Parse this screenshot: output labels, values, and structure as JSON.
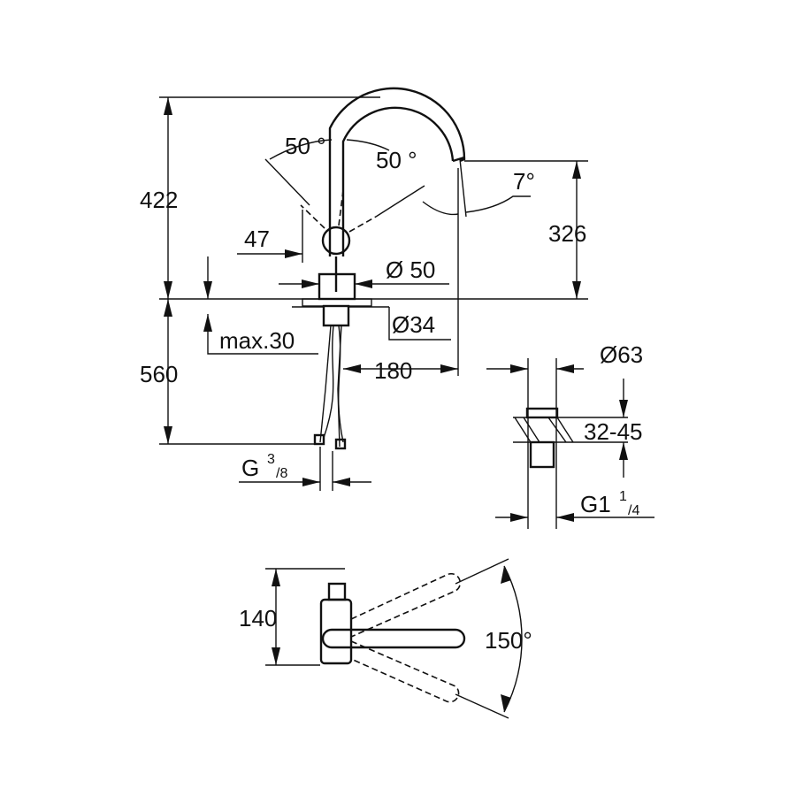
{
  "drawing": {
    "labels": {
      "height_total": "422",
      "spout_height": "326",
      "lever_angle_left": "50 °",
      "lever_angle_right": "50 °",
      "spout_angle": "7°",
      "lever_offset": "47",
      "body_diameter": "Ø 50",
      "hole_diameter": "Ø34",
      "max_thickness": "max.30",
      "spout_reach": "180",
      "hose_length": "560",
      "hose_thread_g": "G",
      "hose_thread_num": "3",
      "hose_thread_den": "/8",
      "waste_diameter": "Ø63",
      "waste_range": "32-45",
      "waste_thread_g": "G1",
      "waste_thread_num": "1",
      "waste_thread_den": "/4",
      "top_depth": "140",
      "swivel_angle": "150°"
    }
  }
}
